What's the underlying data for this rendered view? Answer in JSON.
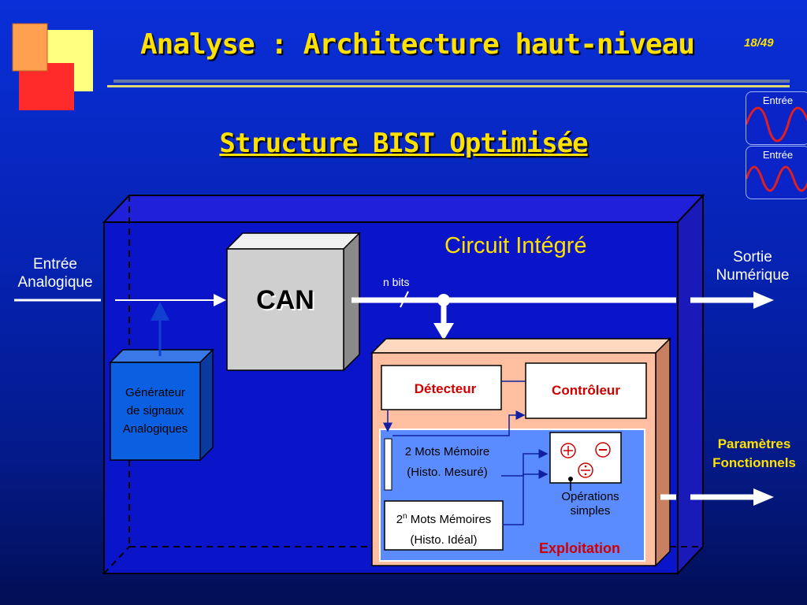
{
  "header": {
    "title": "Analyse : Architecture haut-niveau",
    "page_number": "18/49"
  },
  "subtitle": "Structure BIST Optimisée",
  "side_panels": {
    "wave1_label": "Entrée",
    "wave2_label": "Entrée"
  },
  "diagram": {
    "circuit_label": "Circuit Intégré",
    "input_label_line1": "Entrée",
    "input_label_line2": "Analogique",
    "output_label_line1": "Sortie",
    "output_label_line2": "Numérique",
    "params_label_line1": "Paramètres",
    "params_label_line2": "Fonctionnels",
    "can_label": "CAN",
    "bus_label": "n bits",
    "generator_line1": "Générateur",
    "generator_line2": "de signaux",
    "generator_line3": "Analogiques",
    "detector_label": "Détecteur",
    "controller_label": "Contrôleur",
    "memory1_line1": "2 Mots Mémoire",
    "memory1_line2": "(Histo. Mesuré)",
    "memory2_prefix": "2",
    "memory2_sup": "n",
    "memory2_line1": " Mots Mémoires",
    "memory2_line2": "(Histo. Idéal)",
    "operations_line1": "Opérations",
    "operations_line2": "simples",
    "exploitation_label": "Exploitation"
  },
  "colors": {
    "title_yellow": "#ffe100",
    "accent_red": "#d00000",
    "circuit_blue": "#0a14c8",
    "exploit_fill": "#ffbfa0",
    "memory_zone": "#5a8cff"
  }
}
